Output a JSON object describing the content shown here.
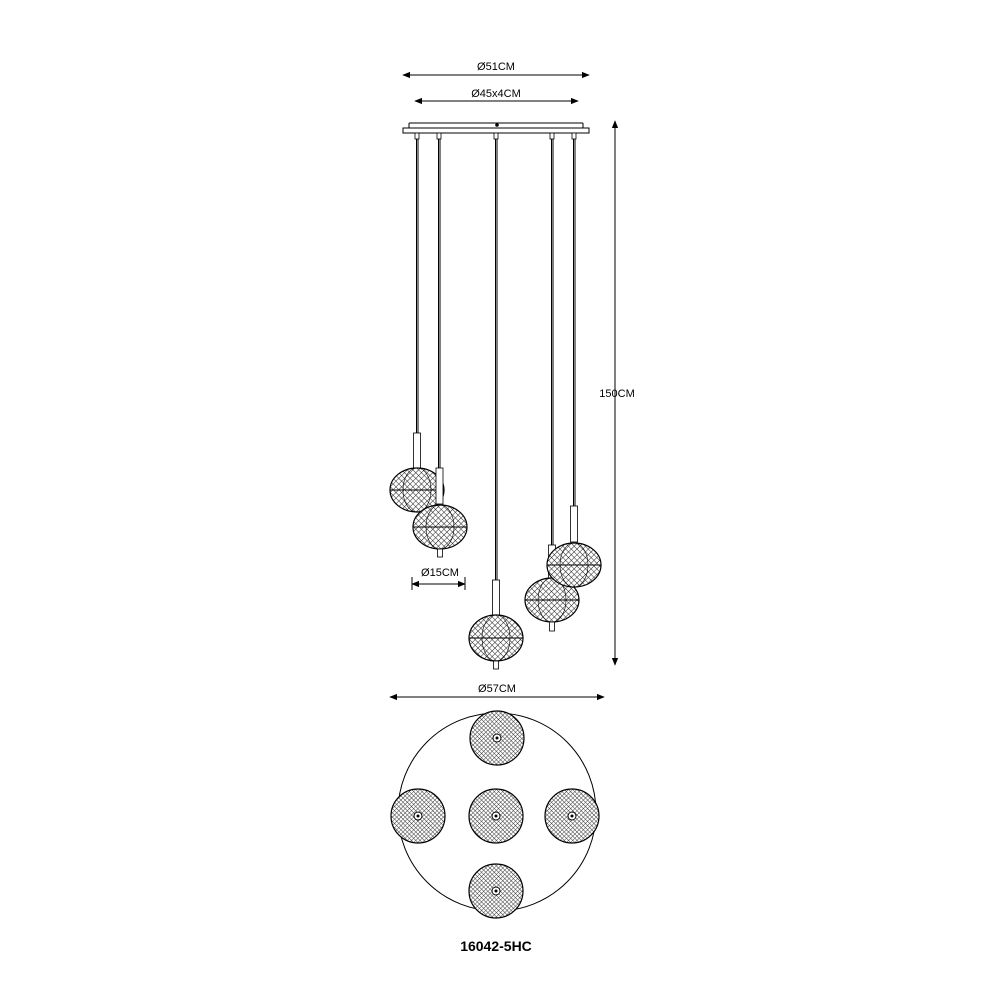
{
  "drawing": {
    "model_number": "16042-5HC",
    "dimensions": {
      "canopy_width": "Ø51CM",
      "canopy_inner": "Ø45x4CM",
      "total_height": "150CM",
      "shade_diameter": "Ø15CM",
      "overall_diameter": "Ø57CM"
    },
    "pendant_count": 5
  }
}
